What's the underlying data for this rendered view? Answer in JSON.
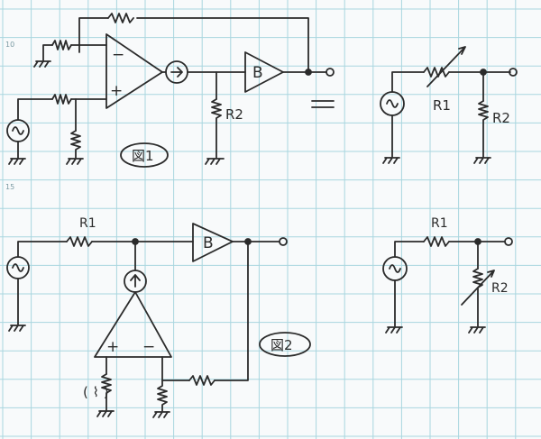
{
  "colors": {
    "paper": "#f8fafb",
    "grid": "#a9d6df",
    "ink": "#2b2b2b",
    "margin_num": "#7a9aa3"
  },
  "margin_numbers": [
    "10",
    "15"
  ],
  "figure1": {
    "label": "図1",
    "opamp_minus": "−",
    "opamp_plus": "+",
    "buffer_label": "B",
    "r2_label": "R2",
    "equiv_r1_label": "R1",
    "equiv_r2_label": "R2"
  },
  "figure2": {
    "label": "図2",
    "r1_label": "R1",
    "buffer_label": "B",
    "opamp_plus": "+",
    "opamp_minus": "−",
    "optional_resistor_label": "( ⌇ )",
    "equiv_r1_label": "R1",
    "equiv_r2_label": "R2"
  }
}
